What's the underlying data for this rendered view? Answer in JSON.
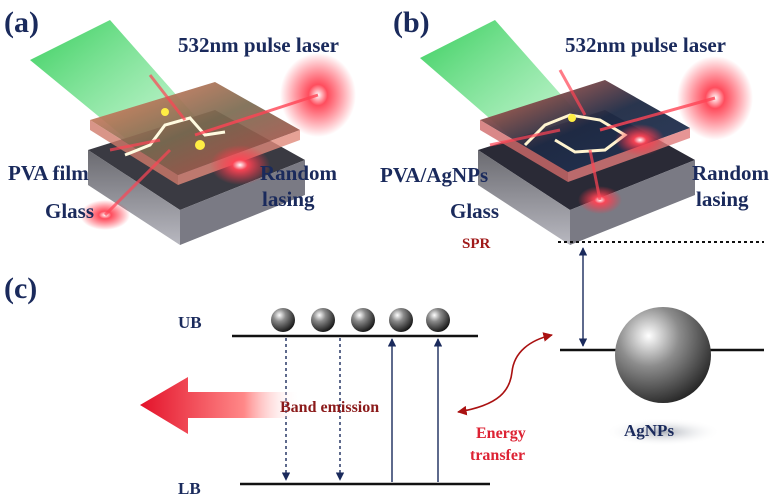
{
  "panels": {
    "a": {
      "tag": "(a)",
      "laser": "532nm pulse laser",
      "film": "PVA film",
      "substrate": "Glass",
      "output_line1": "Random",
      "output_line2": "lasing"
    },
    "b": {
      "tag": "(b)",
      "laser": "532nm pulse laser",
      "film": "PVA/AgNPs",
      "substrate": "Glass",
      "output_line1": "Random",
      "output_line2": "lasing"
    },
    "c": {
      "tag": "(c)",
      "upper_band": "UB",
      "lower_band": "LB",
      "band_emission": "Band emission",
      "energy_line1": "Energy",
      "energy_line2": "transfer",
      "spr": "SPR",
      "particle": "AgNPs"
    }
  },
  "colors": {
    "label_navy": "#1a2a5c",
    "label_red": "#c0242e",
    "label_darkred": "#8b1a1a",
    "green_beam": "#33cc55",
    "red_glow": "#ff3344",
    "arrow_red": "#ee2233"
  }
}
